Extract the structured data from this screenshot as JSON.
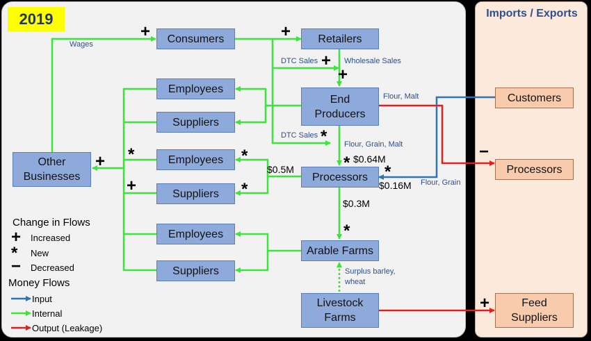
{
  "year": "2019",
  "side_title": "Imports / Exports",
  "nodes": {
    "consumers": "Consumers",
    "retailers": "Retailers",
    "employees_top": "Employees",
    "end_producers": "End\nProducers",
    "suppliers_top": "Suppliers",
    "other_businesses": "Other\nBusinesses",
    "employees_mid": "Employees",
    "processors": "Processors",
    "suppliers_mid": "Suppliers",
    "employees_low": "Employees",
    "arable_farms": "Arable Farms",
    "suppliers_low": "Suppliers",
    "livestock_farms": "Livestock\nFarms",
    "customers": "Customers",
    "ext_processors": "Processors",
    "feed_suppliers": "Feed\nSuppliers"
  },
  "labels": {
    "wages": "Wages",
    "dtc_sales_top": "DTC Sales",
    "wholesale_sales": "Wholesale Sales",
    "flour_malt": "Flour, Malt",
    "dtc_sales_mid": "DTC Sales",
    "flour_grain_malt": "Flour, Grain, Malt",
    "flour_grain": "Flour, Grain",
    "surplus": "Surplus barley,\nwheat"
  },
  "money": {
    "m064": "$0.64M",
    "m05": "$0.5M",
    "m016": "$0.16M",
    "m03": "$0.3M"
  },
  "symbols": {
    "plus": "+",
    "new": "*",
    "minus": "−"
  },
  "legend": {
    "change_title": "Change in Flows",
    "increased": "Increased",
    "new": "New",
    "decreased": "Decreased",
    "money_title": "Money Flows",
    "input": "Input",
    "internal": "Internal",
    "output": "Output (Leakage)"
  },
  "colors": {
    "internal": "#39e639",
    "input": "#2e75b6",
    "output": "#e02020",
    "node_fill": "#8eaadb",
    "external_fill": "#f8cbad",
    "year_fill": "#ffff00"
  }
}
